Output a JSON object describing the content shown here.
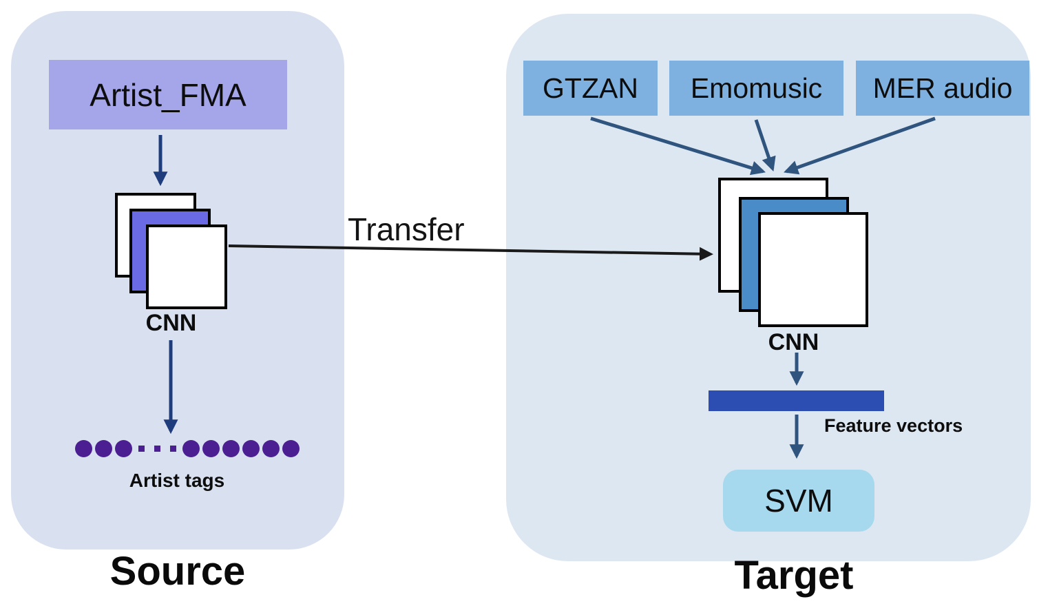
{
  "source_panel": {
    "label": "Source",
    "input_dataset": "Artist_FMA",
    "cnn_label": "CNN",
    "output_label": "Artist tags",
    "dots_pattern": {
      "leading": 3,
      "ellipsis": 3,
      "trailing": 6
    }
  },
  "target_panel": {
    "label": "Target",
    "datasets": [
      "GTZAN",
      "Emomusic",
      "MER audio"
    ],
    "cnn_label": "CNN",
    "feature_vectors_label": "Feature vectors",
    "classifier_label": "SVM"
  },
  "transfer_arrow_label": "Transfer",
  "colors": {
    "page_background": "#ffffff",
    "source_panel_bg": "#d9e1f1",
    "target_panel_bg": "#dde7f2",
    "source_input_box_bg": "#a5a5e9",
    "source_cnn_accent": "#6a6ae4",
    "target_dataset_box_bg": "#7fb1e0",
    "target_cnn_accent": "#4a8cc8",
    "feature_vector_bar": "#2c4eb3",
    "svm_box_bg": "#a6d9ee",
    "artist_tag_dots": "#4b1f92",
    "navy_arrow": "#1f3d7c",
    "steel_arrow": "#2f547e",
    "transfer_arrow": "#1a1a1a"
  }
}
